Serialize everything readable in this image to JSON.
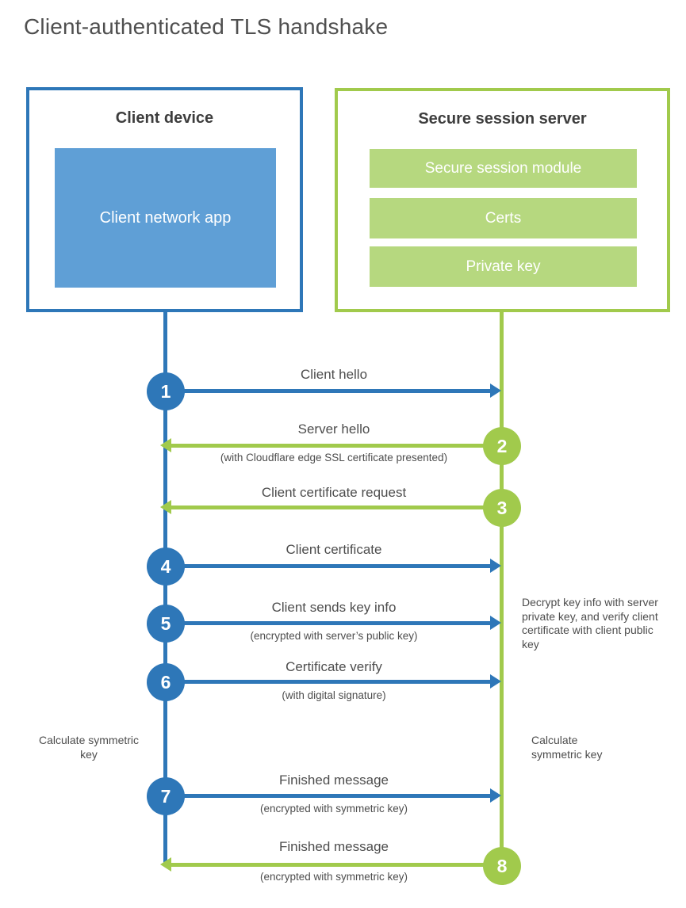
{
  "title": "Client-authenticated TLS handshake",
  "colors": {
    "blue": "#2e77b8",
    "blue_fill": "#5f9fd6",
    "green": "#a1ca4c",
    "green_fill": "#b6d87f"
  },
  "client_box": {
    "title": "Client device",
    "app_label": "Client network app"
  },
  "server_box": {
    "title": "Secure session server",
    "modules": [
      "Secure session module",
      "Certs",
      "Private key"
    ]
  },
  "steps": [
    {
      "num": "1",
      "actor": "client",
      "direction": "right",
      "label": "Client hello",
      "sublabel": ""
    },
    {
      "num": "2",
      "actor": "server",
      "direction": "left",
      "label": "Server hello",
      "sublabel": "(with Cloudflare edge SSL certificate presented)"
    },
    {
      "num": "3",
      "actor": "server",
      "direction": "left",
      "label": "Client certificate request",
      "sublabel": ""
    },
    {
      "num": "4",
      "actor": "client",
      "direction": "right",
      "label": "Client certificate",
      "sublabel": ""
    },
    {
      "num": "5",
      "actor": "client",
      "direction": "right",
      "label": "Client sends key info",
      "sublabel": "(encrypted with server’s public key)"
    },
    {
      "num": "6",
      "actor": "client",
      "direction": "right",
      "label": "Certificate verify",
      "sublabel": "(with digital signature)"
    },
    {
      "num": "7",
      "actor": "client",
      "direction": "right",
      "label": "Finished message",
      "sublabel": "(encrypted with symmetric key)"
    },
    {
      "num": "8",
      "actor": "server",
      "direction": "left",
      "label": "Finished message",
      "sublabel": "(encrypted with symmetric key)"
    }
  ],
  "notes": {
    "decrypt_note": "Decrypt key info with server private key, and verify client certificate with client public key",
    "calculate_left": "Calculate symmetric key",
    "calculate_right": "Calculate symmetric key"
  }
}
